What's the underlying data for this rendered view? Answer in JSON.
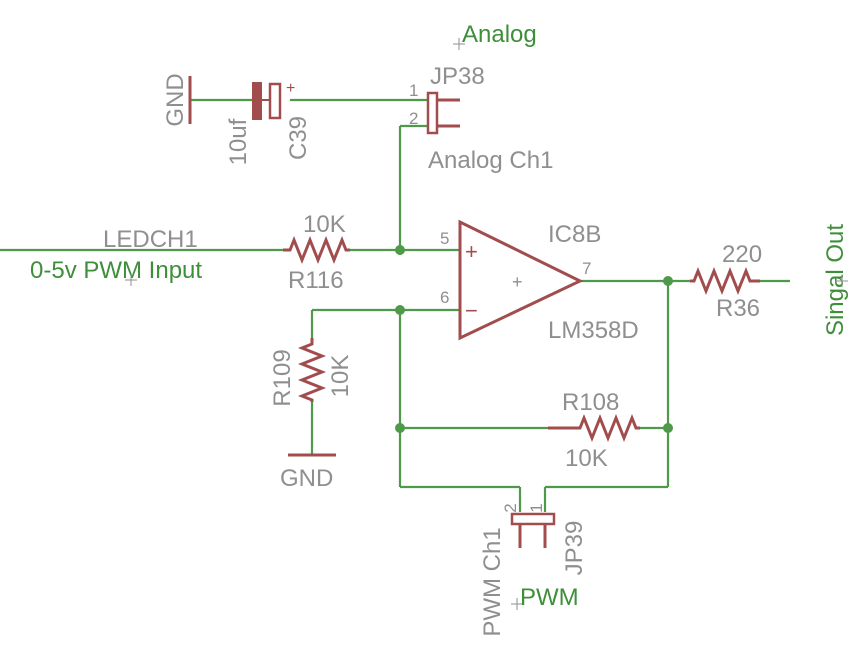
{
  "colors": {
    "wire": "#4f9a4a",
    "part": "#a14d4d",
    "label": "#8f8f8f",
    "net_label": "#3f8f3a"
  },
  "labels": {
    "analog_net": "Analog",
    "pwm_net": "PWM",
    "input_net": "0-5v PWM Input",
    "output_net": "Singal Out",
    "ledch1": "LEDCH1",
    "gnd_top": "GND",
    "gnd_bottom": "GND"
  },
  "components": {
    "c39": {
      "name": "C39",
      "value": "10uf",
      "plus": "+"
    },
    "jp38": {
      "name": "JP38",
      "label": "Analog Ch1",
      "pin1": "1",
      "pin2": "2"
    },
    "jp39": {
      "name": "JP39",
      "label": "PWM Ch1",
      "pin1": "1",
      "pin2": "2"
    },
    "r116": {
      "name": "R116",
      "value": "10K"
    },
    "r109": {
      "name": "R109",
      "value": "10K"
    },
    "r108": {
      "name": "R108",
      "value": "10K"
    },
    "r36": {
      "name": "R36",
      "value": "220"
    },
    "ic8b": {
      "name": "IC8B",
      "part": "LM358D",
      "pin_noninv": "5",
      "pin_inv": "6",
      "pin_out": "7",
      "sym_plus": "+",
      "sym_minus": "−",
      "center_plus": "+"
    }
  }
}
